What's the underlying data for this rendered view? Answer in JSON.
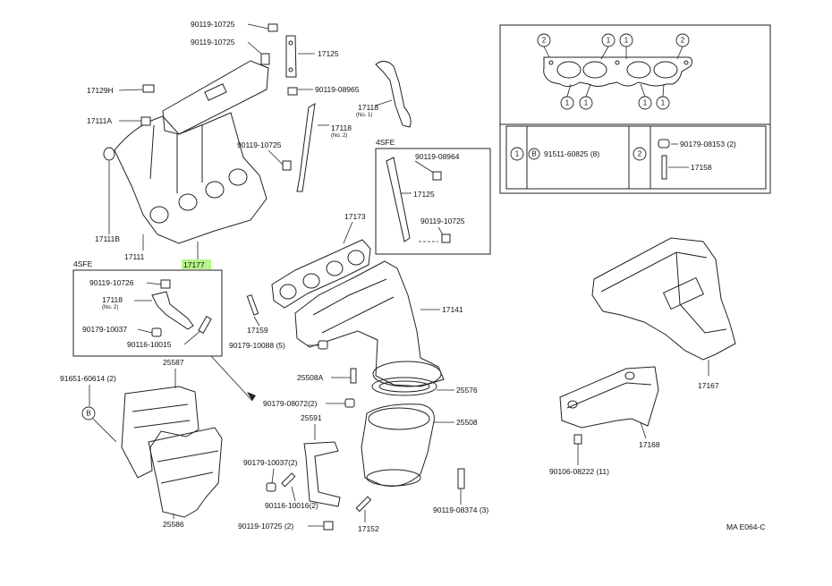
{
  "labels": {
    "p90119_10725_a": "90119-10725",
    "p90119_10725_b": "90119-10725",
    "p17125_top": "17125",
    "p90119_08965": "90119-08965",
    "p17129h": "17129H",
    "p17111a": "17111A",
    "p17118_no1": "17118",
    "no1": "(No. 1)",
    "p17118_no2": "17118",
    "no2": "(No. 2)",
    "p90119_10725_c": "90119-10725",
    "p4sfe_right": "4SFE",
    "p90119_08964": "90119-08964",
    "p17125_box": "17125",
    "p90119_10725_d": "90119-10725",
    "p17173": "17173",
    "p17111b": "17111B",
    "p17111": "17111",
    "p17177": "17177",
    "p4sfe_left": "4SFE",
    "p90119_10726": "90119-10726",
    "p17118_left": "17118",
    "no2_left": "(No. 2)",
    "p90179_10037": "90179-10037",
    "p90116_10015": "90116-10015",
    "p17159": "17159",
    "p90179_10088": "90179-10088 (5)",
    "p17141": "17141",
    "p91651_60614": "91651-60614 (2)",
    "p25587": "25587",
    "p25508a": "25508A",
    "p25576": "25576",
    "p90179_08072": "90179-08072(2)",
    "p25591": "25591",
    "p25508": "25508",
    "p90179_10037_b": "90179-10037(2)",
    "p90116_10016": "90116-10016(2)",
    "p90119_10725_e": "90119-10725 (2)",
    "p17152": "17152",
    "p90119_08374": "90119-08374 (3)",
    "p25586": "25586",
    "p17167": "17167",
    "p17168": "17168",
    "p90106_08222": "90106-08222 (11)",
    "p91511_60825": "91511-60825 (8)",
    "p90179_08153": "90179-08153 (2)",
    "p17158": "17158",
    "footer_code": "MA E064-C"
  },
  "callouts": {
    "one": "1",
    "two": "2",
    "b": "B"
  },
  "colors": {
    "highlight": "#b6f58a",
    "line": "#222222"
  }
}
